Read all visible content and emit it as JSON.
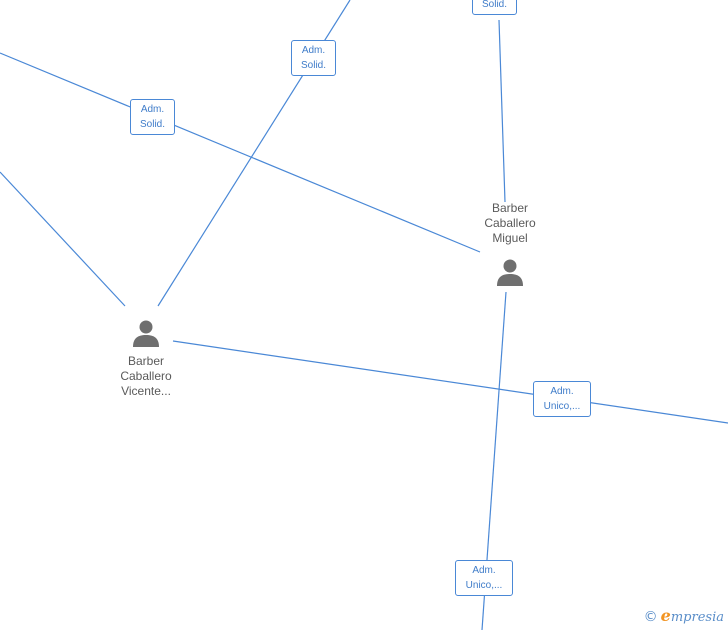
{
  "colors": {
    "edge": "#4a88d6",
    "label_text": "#3f7cc9",
    "node_icon": "#6f6f6f",
    "node_text": "#5a5a5a",
    "brand_accent": "#f29422"
  },
  "nodes": [
    {
      "id": "miguel",
      "name_lines": [
        "Barber",
        "Caballero",
        "Miguel"
      ],
      "icon": "person-icon"
    },
    {
      "id": "vicente",
      "name_lines": [
        "Barber",
        "Caballero",
        "Vicente..."
      ],
      "icon": "person-icon"
    }
  ],
  "edge_labels": [
    {
      "id": "top-right",
      "lines": [
        "Solid."
      ]
    },
    {
      "id": "upper-mid",
      "lines": [
        "Adm.",
        "Solid."
      ]
    },
    {
      "id": "left-diag",
      "lines": [
        "Adm.",
        "Solid."
      ]
    },
    {
      "id": "right-mid",
      "lines": [
        "Adm.",
        "Unico,..."
      ]
    },
    {
      "id": "bottom",
      "lines": [
        "Adm.",
        "Unico,..."
      ]
    }
  ],
  "watermark": {
    "copyright": "©",
    "brand_initial": "e",
    "brand_rest": "mpresia"
  }
}
